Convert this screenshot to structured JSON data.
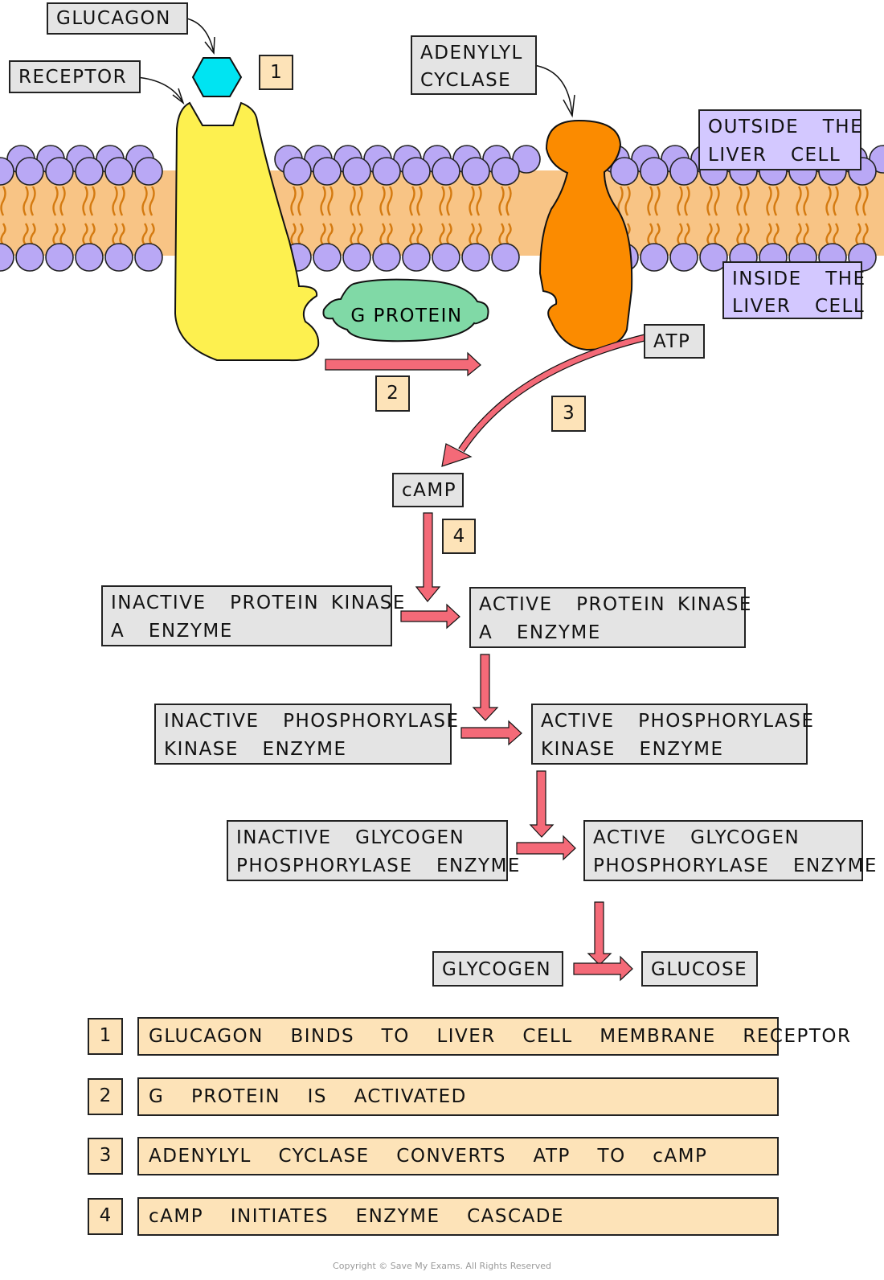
{
  "labels": {
    "glucagon": "GLUCAGON",
    "receptor": "RECEPTOR",
    "adenylyl_cyclase": "ADENYLYL\nCYCLASE",
    "outside_cell": "OUTSIDE  THE\nLIVER  CELL",
    "inside_cell": "INSIDE  THE\nLIVER  CELL",
    "g_protein": "G  PROTEIN",
    "atp": "ATP",
    "camp": "cAMP"
  },
  "markers": [
    "1",
    "2",
    "3",
    "4"
  ],
  "cascade": [
    {
      "inactive": "INACTIVE  PROTEIN KINASE\nA  ENZYME",
      "active": "ACTIVE  PROTEIN KINASE\nA  ENZYME"
    },
    {
      "inactive": "INACTIVE  PHOSPHORYLASE\nKINASE  ENZYME",
      "active": "ACTIVE  PHOSPHORYLASE\nKINASE  ENZYME"
    },
    {
      "inactive": "INACTIVE  GLYCOGEN\nPHOSPHORYLASE  ENZYME",
      "active": "ACTIVE  GLYCOGEN\nPHOSPHORYLASE  ENZYME"
    }
  ],
  "final": {
    "substrate": "GLYCOGEN",
    "product": "GLUCOSE"
  },
  "steps": [
    {
      "num": "1",
      "text": "GLUCAGON  BINDS  TO  LIVER  CELL  MEMBRANE  RECEPTOR"
    },
    {
      "num": "2",
      "text": "G  PROTEIN  IS  ACTIVATED"
    },
    {
      "num": "3",
      "text": "ADENYLYL  CYCLASE  CONVERTS  ATP  TO  cAMP"
    },
    {
      "num": "4",
      "text": "cAMP  INITIATES  ENZYME  CASCADE"
    }
  ],
  "copyright": "Copyright © Save My Exams. All Rights Reserved",
  "colors": {
    "membrane_head": "#b9a8f5",
    "membrane_core": "#f8c485",
    "lipid_tail": "#d47a10",
    "receptor": "#fdf04f",
    "glucagon": "#00e4f2",
    "adenylyl_cyclase": "#fb8b00",
    "g_protein": "#80d9a6",
    "arrow": "#f46a78",
    "label_box": "#e4e4e4",
    "number_box": "#fde3b8",
    "region_box": "#d3c8ff"
  }
}
